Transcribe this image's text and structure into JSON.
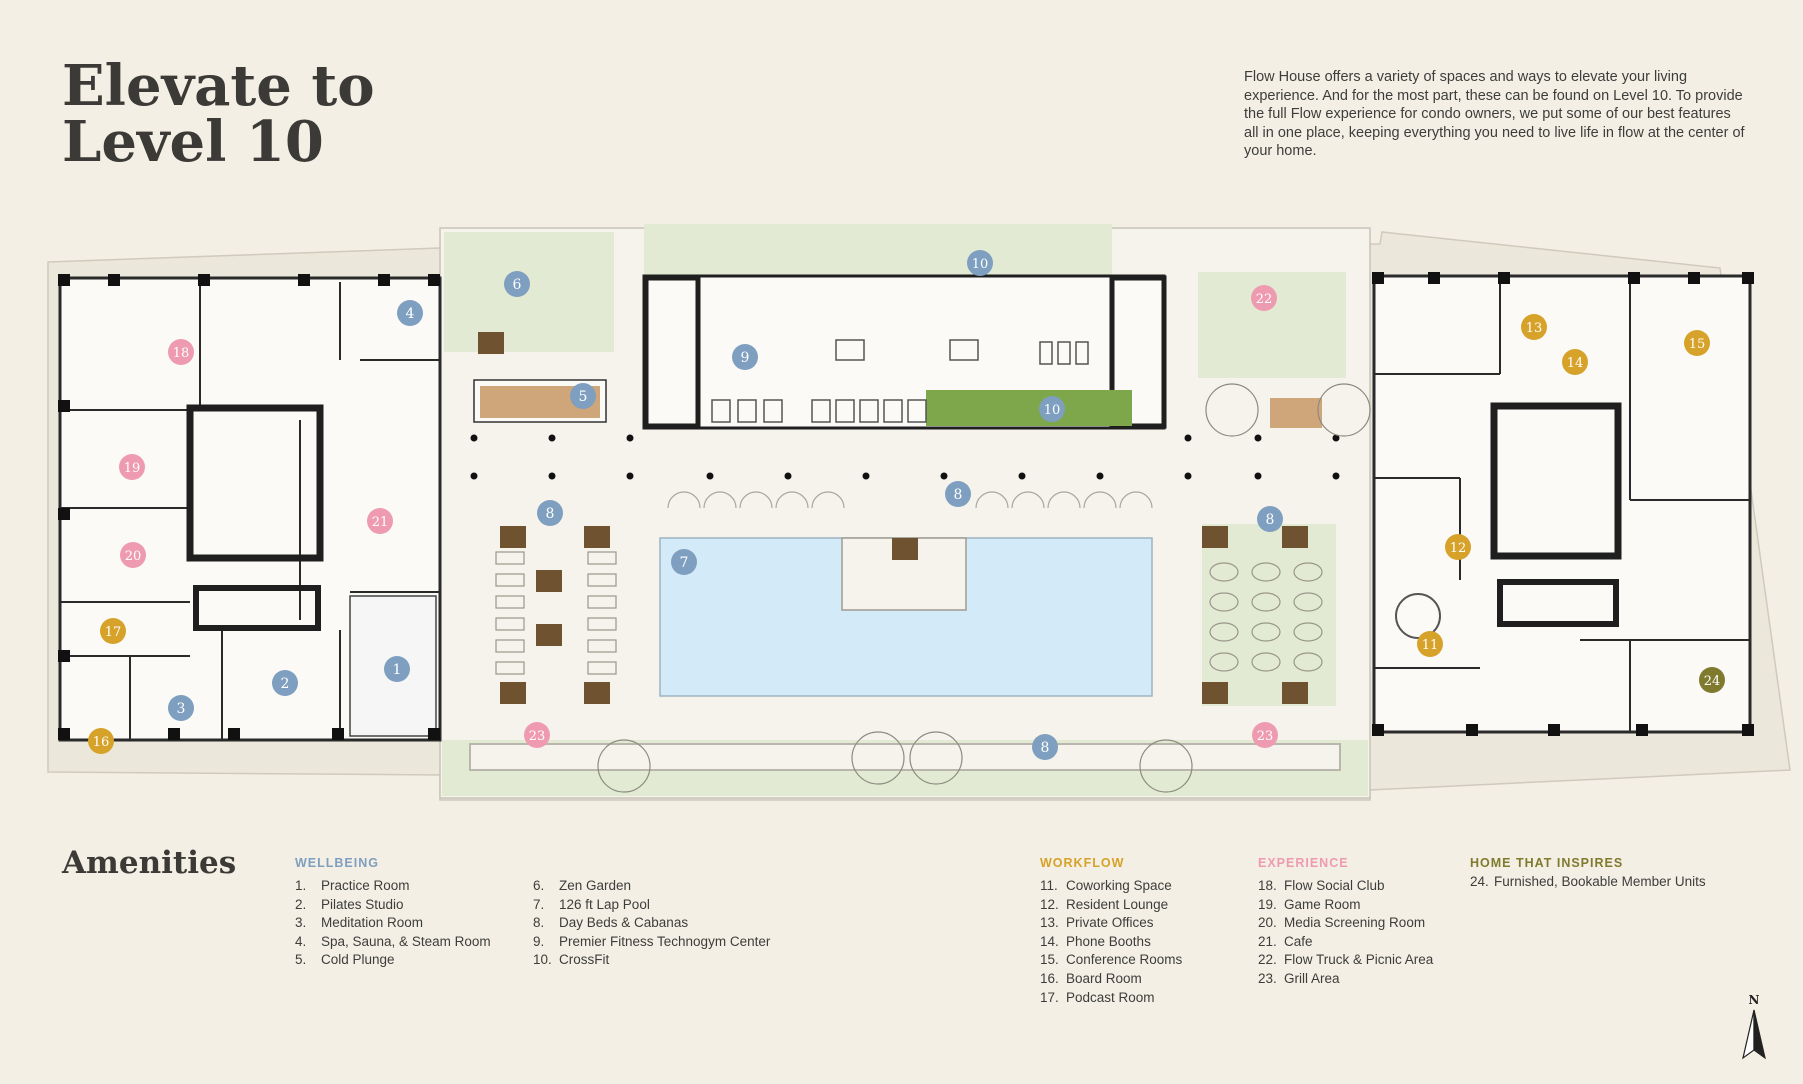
{
  "header": {
    "title_line1": "Elevate to",
    "title_line2": "Level 10",
    "intro": "Flow House offers a variety of spaces and ways to elevate your living experience. And for the most part, these can be found on Level 10. To provide the full Flow experience for condo owners, we put some of our best features all in one place, keeping everything you need to live life in flow at the center of your home."
  },
  "colors": {
    "background": "#f3efe4",
    "wellbeing": "#7e9fbf",
    "workflow": "#d6a22a",
    "experience": "#ee9bb1",
    "home": "#807a2e",
    "pool": "#d3eaf8",
    "lawn": "#e2ead3",
    "crossfit_turf": "#7ea64a",
    "wood_deck": "#cfa679"
  },
  "map_markers": [
    {
      "label": "1",
      "category": "wellbeing"
    },
    {
      "label": "2",
      "category": "wellbeing"
    },
    {
      "label": "3",
      "category": "wellbeing"
    },
    {
      "label": "4",
      "category": "wellbeing"
    },
    {
      "label": "5",
      "category": "wellbeing"
    },
    {
      "label": "6",
      "category": "wellbeing"
    },
    {
      "label": "7",
      "category": "wellbeing"
    },
    {
      "label": "8",
      "category": "wellbeing"
    },
    {
      "label": "8",
      "category": "wellbeing"
    },
    {
      "label": "8",
      "category": "wellbeing"
    },
    {
      "label": "8",
      "category": "wellbeing"
    },
    {
      "label": "9",
      "category": "wellbeing"
    },
    {
      "label": "10",
      "category": "wellbeing"
    },
    {
      "label": "10",
      "category": "wellbeing"
    },
    {
      "label": "11",
      "category": "workflow"
    },
    {
      "label": "12",
      "category": "workflow"
    },
    {
      "label": "13",
      "category": "workflow"
    },
    {
      "label": "14",
      "category": "workflow"
    },
    {
      "label": "15",
      "category": "workflow"
    },
    {
      "label": "16",
      "category": "workflow"
    },
    {
      "label": "17",
      "category": "workflow"
    },
    {
      "label": "18",
      "category": "experience"
    },
    {
      "label": "19",
      "category": "experience"
    },
    {
      "label": "20",
      "category": "experience"
    },
    {
      "label": "21",
      "category": "experience"
    },
    {
      "label": "22",
      "category": "experience"
    },
    {
      "label": "23",
      "category": "experience"
    },
    {
      "label": "23",
      "category": "experience"
    },
    {
      "label": "24",
      "category": "home"
    }
  ],
  "amenities": {
    "heading": "Amenities",
    "wellbeing": {
      "heading": "WELLBEING",
      "col1": [
        {
          "num": "1.",
          "label": "Practice Room"
        },
        {
          "num": "2.",
          "label": "Pilates Studio"
        },
        {
          "num": "3.",
          "label": "Meditation Room"
        },
        {
          "num": "4.",
          "label": "Spa, Sauna, & Steam Room"
        },
        {
          "num": "5.",
          "label": "Cold Plunge"
        }
      ],
      "col2": [
        {
          "num": "6.",
          "label": "Zen Garden"
        },
        {
          "num": "7.",
          "label": "126 ft Lap Pool"
        },
        {
          "num": "8.",
          "label": "Day Beds & Cabanas"
        },
        {
          "num": "9.",
          "label": "Premier Fitness Technogym Center"
        },
        {
          "num": "10.",
          "label": "CrossFit"
        }
      ]
    },
    "workflow": {
      "heading": "WORKFLOW",
      "items": [
        {
          "num": "11.",
          "label": "Coworking Space"
        },
        {
          "num": "12.",
          "label": "Resident Lounge"
        },
        {
          "num": "13.",
          "label": "Private Offices"
        },
        {
          "num": "14.",
          "label": "Phone Booths"
        },
        {
          "num": "15.",
          "label": "Conference Rooms"
        },
        {
          "num": "16.",
          "label": "Board Room"
        },
        {
          "num": "17.",
          "label": "Podcast Room"
        }
      ]
    },
    "experience": {
      "heading": "EXPERIENCE",
      "items": [
        {
          "num": "18.",
          "label": "Flow Social Club"
        },
        {
          "num": "19.",
          "label": "Game Room"
        },
        {
          "num": "20.",
          "label": "Media Screening Room"
        },
        {
          "num": "21.",
          "label": "Cafe"
        },
        {
          "num": "22.",
          "label": "Flow Truck & Picnic Area"
        },
        {
          "num": "23.",
          "label": "Grill Area"
        }
      ]
    },
    "home": {
      "heading": "HOME THAT INSPIRES",
      "items": [
        {
          "num": "24.",
          "label": "Furnished, Bookable Member Units"
        }
      ]
    }
  },
  "compass": {
    "label": "N"
  }
}
